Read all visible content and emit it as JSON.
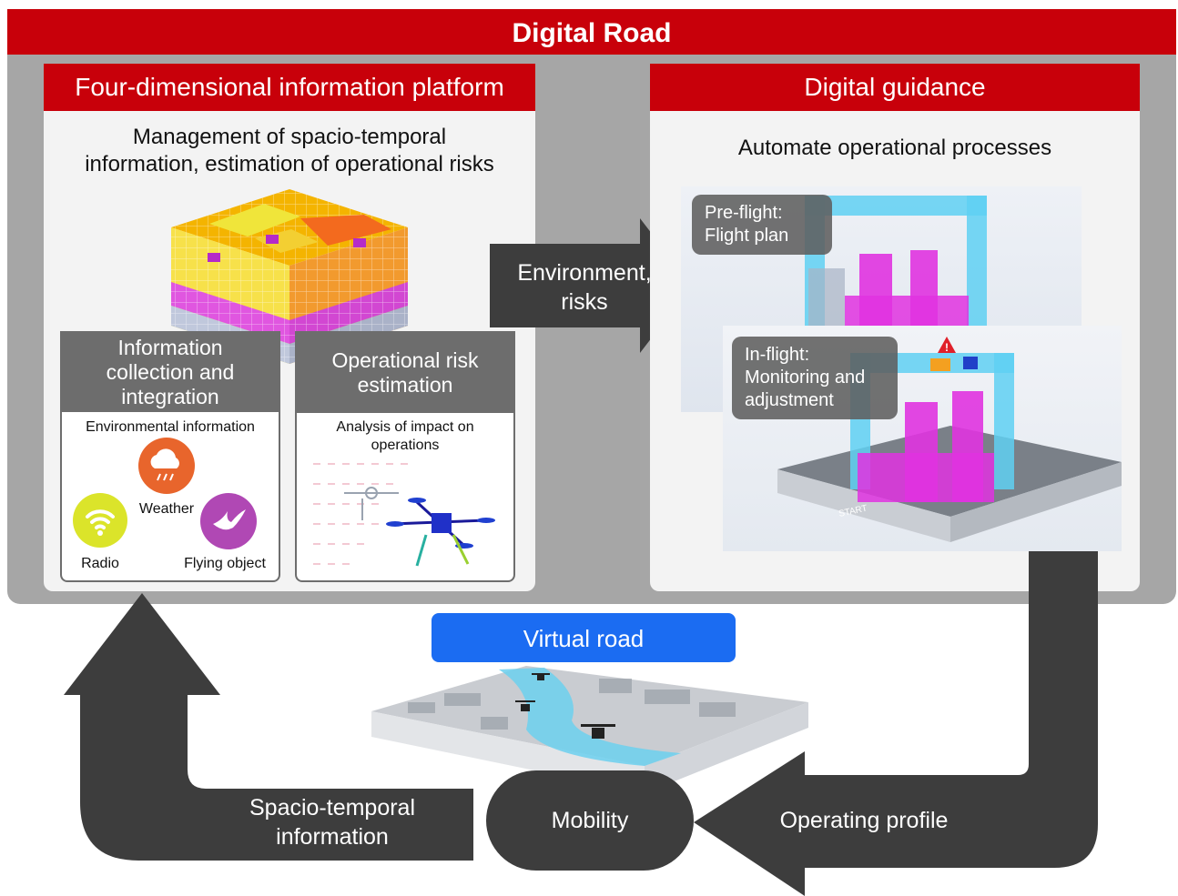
{
  "banner_title": "Digital Road",
  "left_panel": {
    "title": "Four-dimensional information platform",
    "heading_line1": "Management of spacio-temporal",
    "heading_line2": "information, estimation of operational risks",
    "info_box": {
      "title_line1": "Information",
      "title_line2": "collection and",
      "title_line3": "integration",
      "subtitle": "Environmental information",
      "items": [
        "Weather",
        "Radio",
        "Flying object"
      ]
    },
    "risk_box": {
      "title_line1": "Operational risk",
      "title_line2": "estimation",
      "subtitle_line1": "Analysis of impact on",
      "subtitle_line2": "operations"
    }
  },
  "center_arrow": {
    "line1": "Environment,",
    "line2": "risks"
  },
  "right_panel": {
    "title": "Digital guidance",
    "heading": "Automate operational processes",
    "preflight_line1": "Pre-flight:",
    "preflight_line2": "Flight plan",
    "inflight_line1": "In-flight:",
    "inflight_line2": "Monitoring and",
    "inflight_line3": "adjustment",
    "start_label": "START"
  },
  "virtual_road": "Virtual road",
  "mobility": "Mobility",
  "left_flow": {
    "line1": "Spacio-temporal",
    "line2": "information"
  },
  "right_flow": "Operating profile",
  "colors": {
    "red": "#c8000a",
    "frame_gray": "#a6a6a6",
    "arrow_dark": "#3d3d3d",
    "virtual_road_blue": "#1b6cf2"
  }
}
